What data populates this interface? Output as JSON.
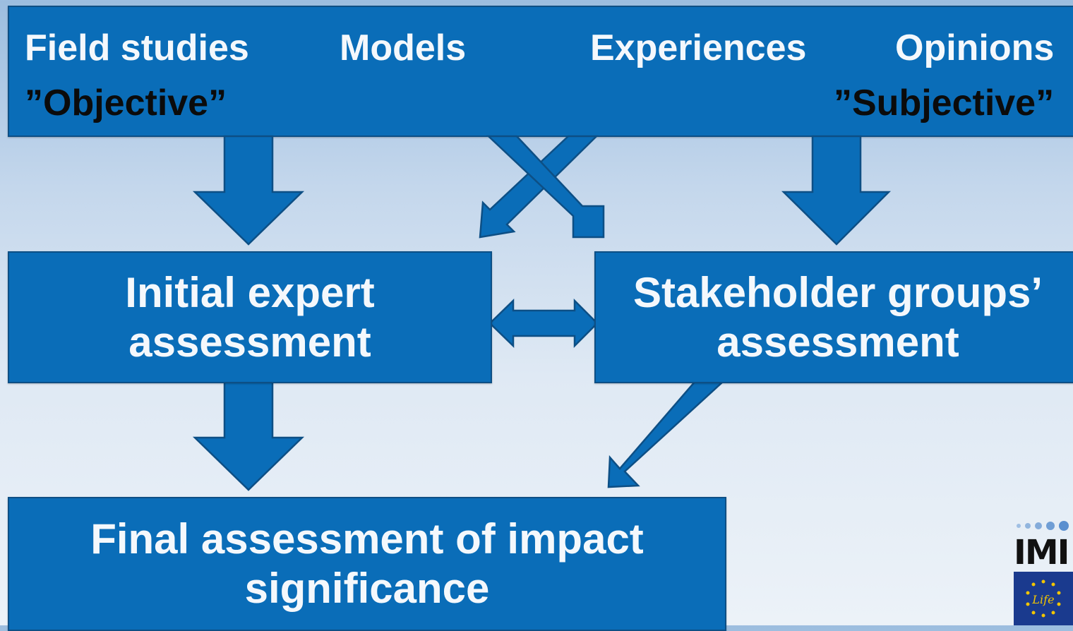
{
  "sources": {
    "field_studies": "Field studies",
    "models": "Models",
    "experiences": "Experiences",
    "opinions": "Opinions",
    "objective": "”Objective”",
    "subjective": "”Subjective”"
  },
  "boxes": {
    "initial_line1": "Initial expert",
    "initial_line2": "assessment",
    "stakeholder_line1": "Stakeholder groups’",
    "stakeholder_line2": "assessment",
    "final_line1": "Final assessment of impact",
    "final_line2": "significance"
  },
  "logo": {
    "text": "IMI",
    "flag_text": "Life"
  },
  "colors": {
    "box_fill": "#0a6db8",
    "box_border": "#0d4f85",
    "text_light": "#f4f8fc",
    "text_dark": "#0b0b0b"
  }
}
